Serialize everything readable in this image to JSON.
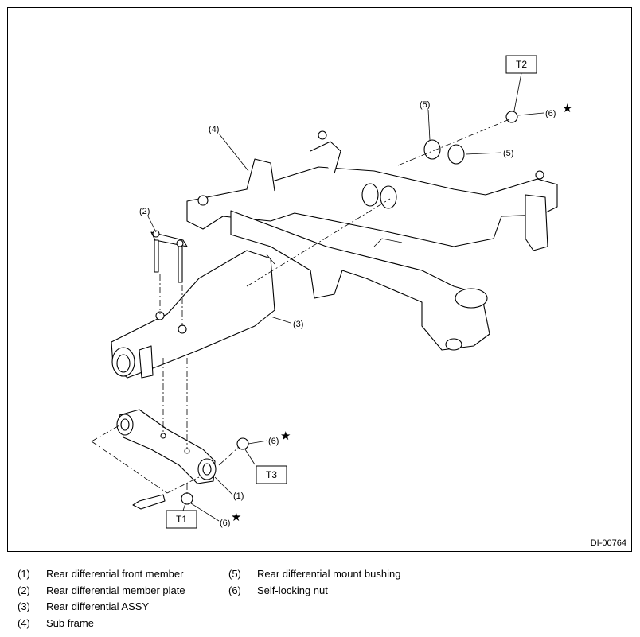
{
  "diagram": {
    "callouts": {
      "c1": "(1)",
      "c2": "(2)",
      "c3": "(3)",
      "c4": "(4)",
      "c5a": "(5)",
      "c5b": "(5)",
      "c6a": "(6)",
      "c6b": "(6)",
      "c6c": "(6)"
    },
    "torque_labels": {
      "t1": "T1",
      "t2": "T2",
      "t3": "T3"
    },
    "star": "★",
    "figure_code": "DI-00764"
  },
  "legend": {
    "left": [
      {
        "num": "(1)",
        "text": "Rear differential front member"
      },
      {
        "num": "(2)",
        "text": "Rear differential member plate"
      },
      {
        "num": "(3)",
        "text": "Rear differential ASSY"
      },
      {
        "num": "(4)",
        "text": "Sub frame"
      }
    ],
    "right": [
      {
        "num": "(5)",
        "text": "Rear differential mount bushing"
      },
      {
        "num": "(6)",
        "text": "Self-locking nut"
      }
    ]
  }
}
